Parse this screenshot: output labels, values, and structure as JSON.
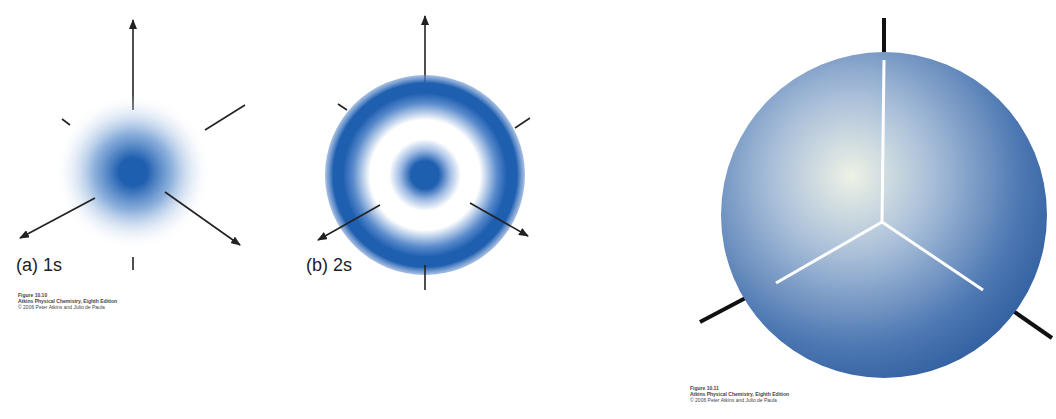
{
  "diagram": {
    "labels": [
      "(a) 1s",
      "(b) 2s",
      "Figure 10.10",
      "Atkins Physical Chemistry, Eighth Edition",
      "© 2006 Peter Atkins and Julio de Paula",
      "Figure 10.11",
      "Atkins Physical Chemistry, Eighth Edition",
      "© 2006 Peter Atkins and Julio de Paula"
    ]
  }
}
